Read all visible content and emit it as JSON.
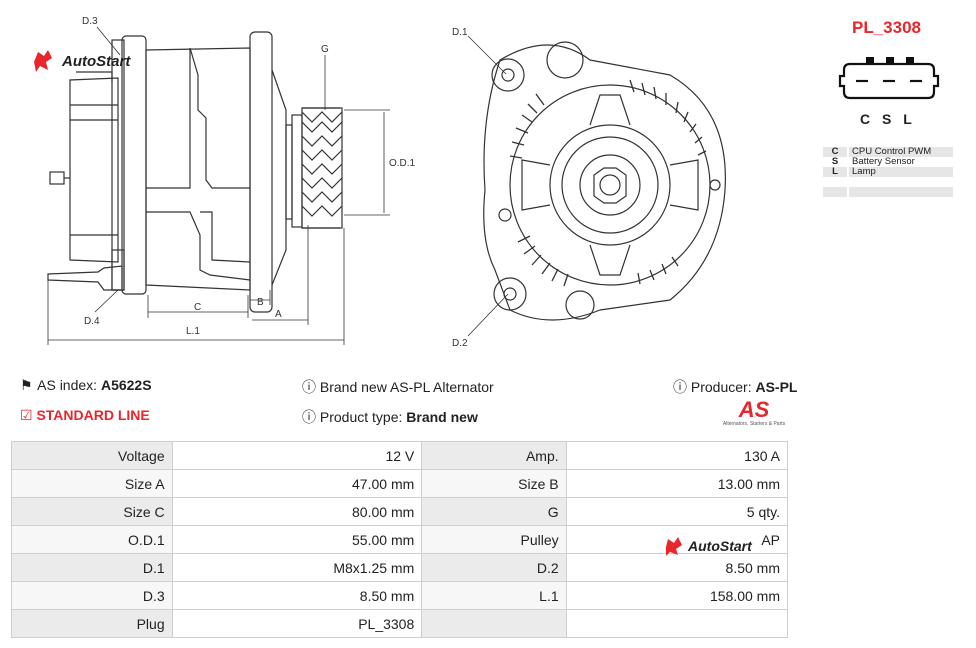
{
  "drawing": {
    "labels": {
      "d3": "D.3",
      "g": "G",
      "od1": "O.D.1",
      "d4": "D.4",
      "b": "B",
      "c": "C",
      "a": "A",
      "l1": "L.1",
      "d1": "D.1",
      "d2": "D.2"
    },
    "logo_text": "AutoStart"
  },
  "plug": {
    "title": "PL_3308",
    "pin_letters": "C S L",
    "pins": [
      {
        "code": "C",
        "name": "CPU Control PWM"
      },
      {
        "code": "S",
        "name": "Battery Sensor"
      },
      {
        "code": "L",
        "name": "Lamp"
      },
      {
        "code": "",
        "name": ""
      },
      {
        "code": "",
        "name": ""
      }
    ]
  },
  "info": {
    "as_index_label": "AS index:",
    "as_index_value": "A5622S",
    "description": "Brand new AS-PL Alternator",
    "producer_label": "Producer:",
    "producer_value": "AS-PL",
    "line": "STANDARD LINE",
    "product_type_label": "Product type:",
    "product_type_value": "Brand new",
    "brand_logo": "AS",
    "brand_tagline": "Alternators, Starters & Parts"
  },
  "specs": [
    {
      "l1": "Voltage",
      "v1": "12 V",
      "l2": "Amp.",
      "v2": "130 A"
    },
    {
      "l1": "Size A",
      "v1": "47.00 mm",
      "l2": "Size B",
      "v2": "13.00 mm"
    },
    {
      "l1": "Size C",
      "v1": "80.00 mm",
      "l2": "G",
      "v2": "5 qty."
    },
    {
      "l1": "O.D.1",
      "v1": "55.00 mm",
      "l2": "Pulley",
      "v2": "AP"
    },
    {
      "l1": "D.1",
      "v1": "M8x1.25 mm",
      "l2": "D.2",
      "v2": "8.50 mm"
    },
    {
      "l1": "D.3",
      "v1": "8.50 mm",
      "l2": "L.1",
      "v2": "158.00 mm"
    },
    {
      "l1": "Plug",
      "v1": "PL_3308",
      "l2": "",
      "v2": ""
    }
  ],
  "colors": {
    "accent": "#e8262c",
    "row_shade": "#ebebeb",
    "border": "#cfcfcf"
  }
}
